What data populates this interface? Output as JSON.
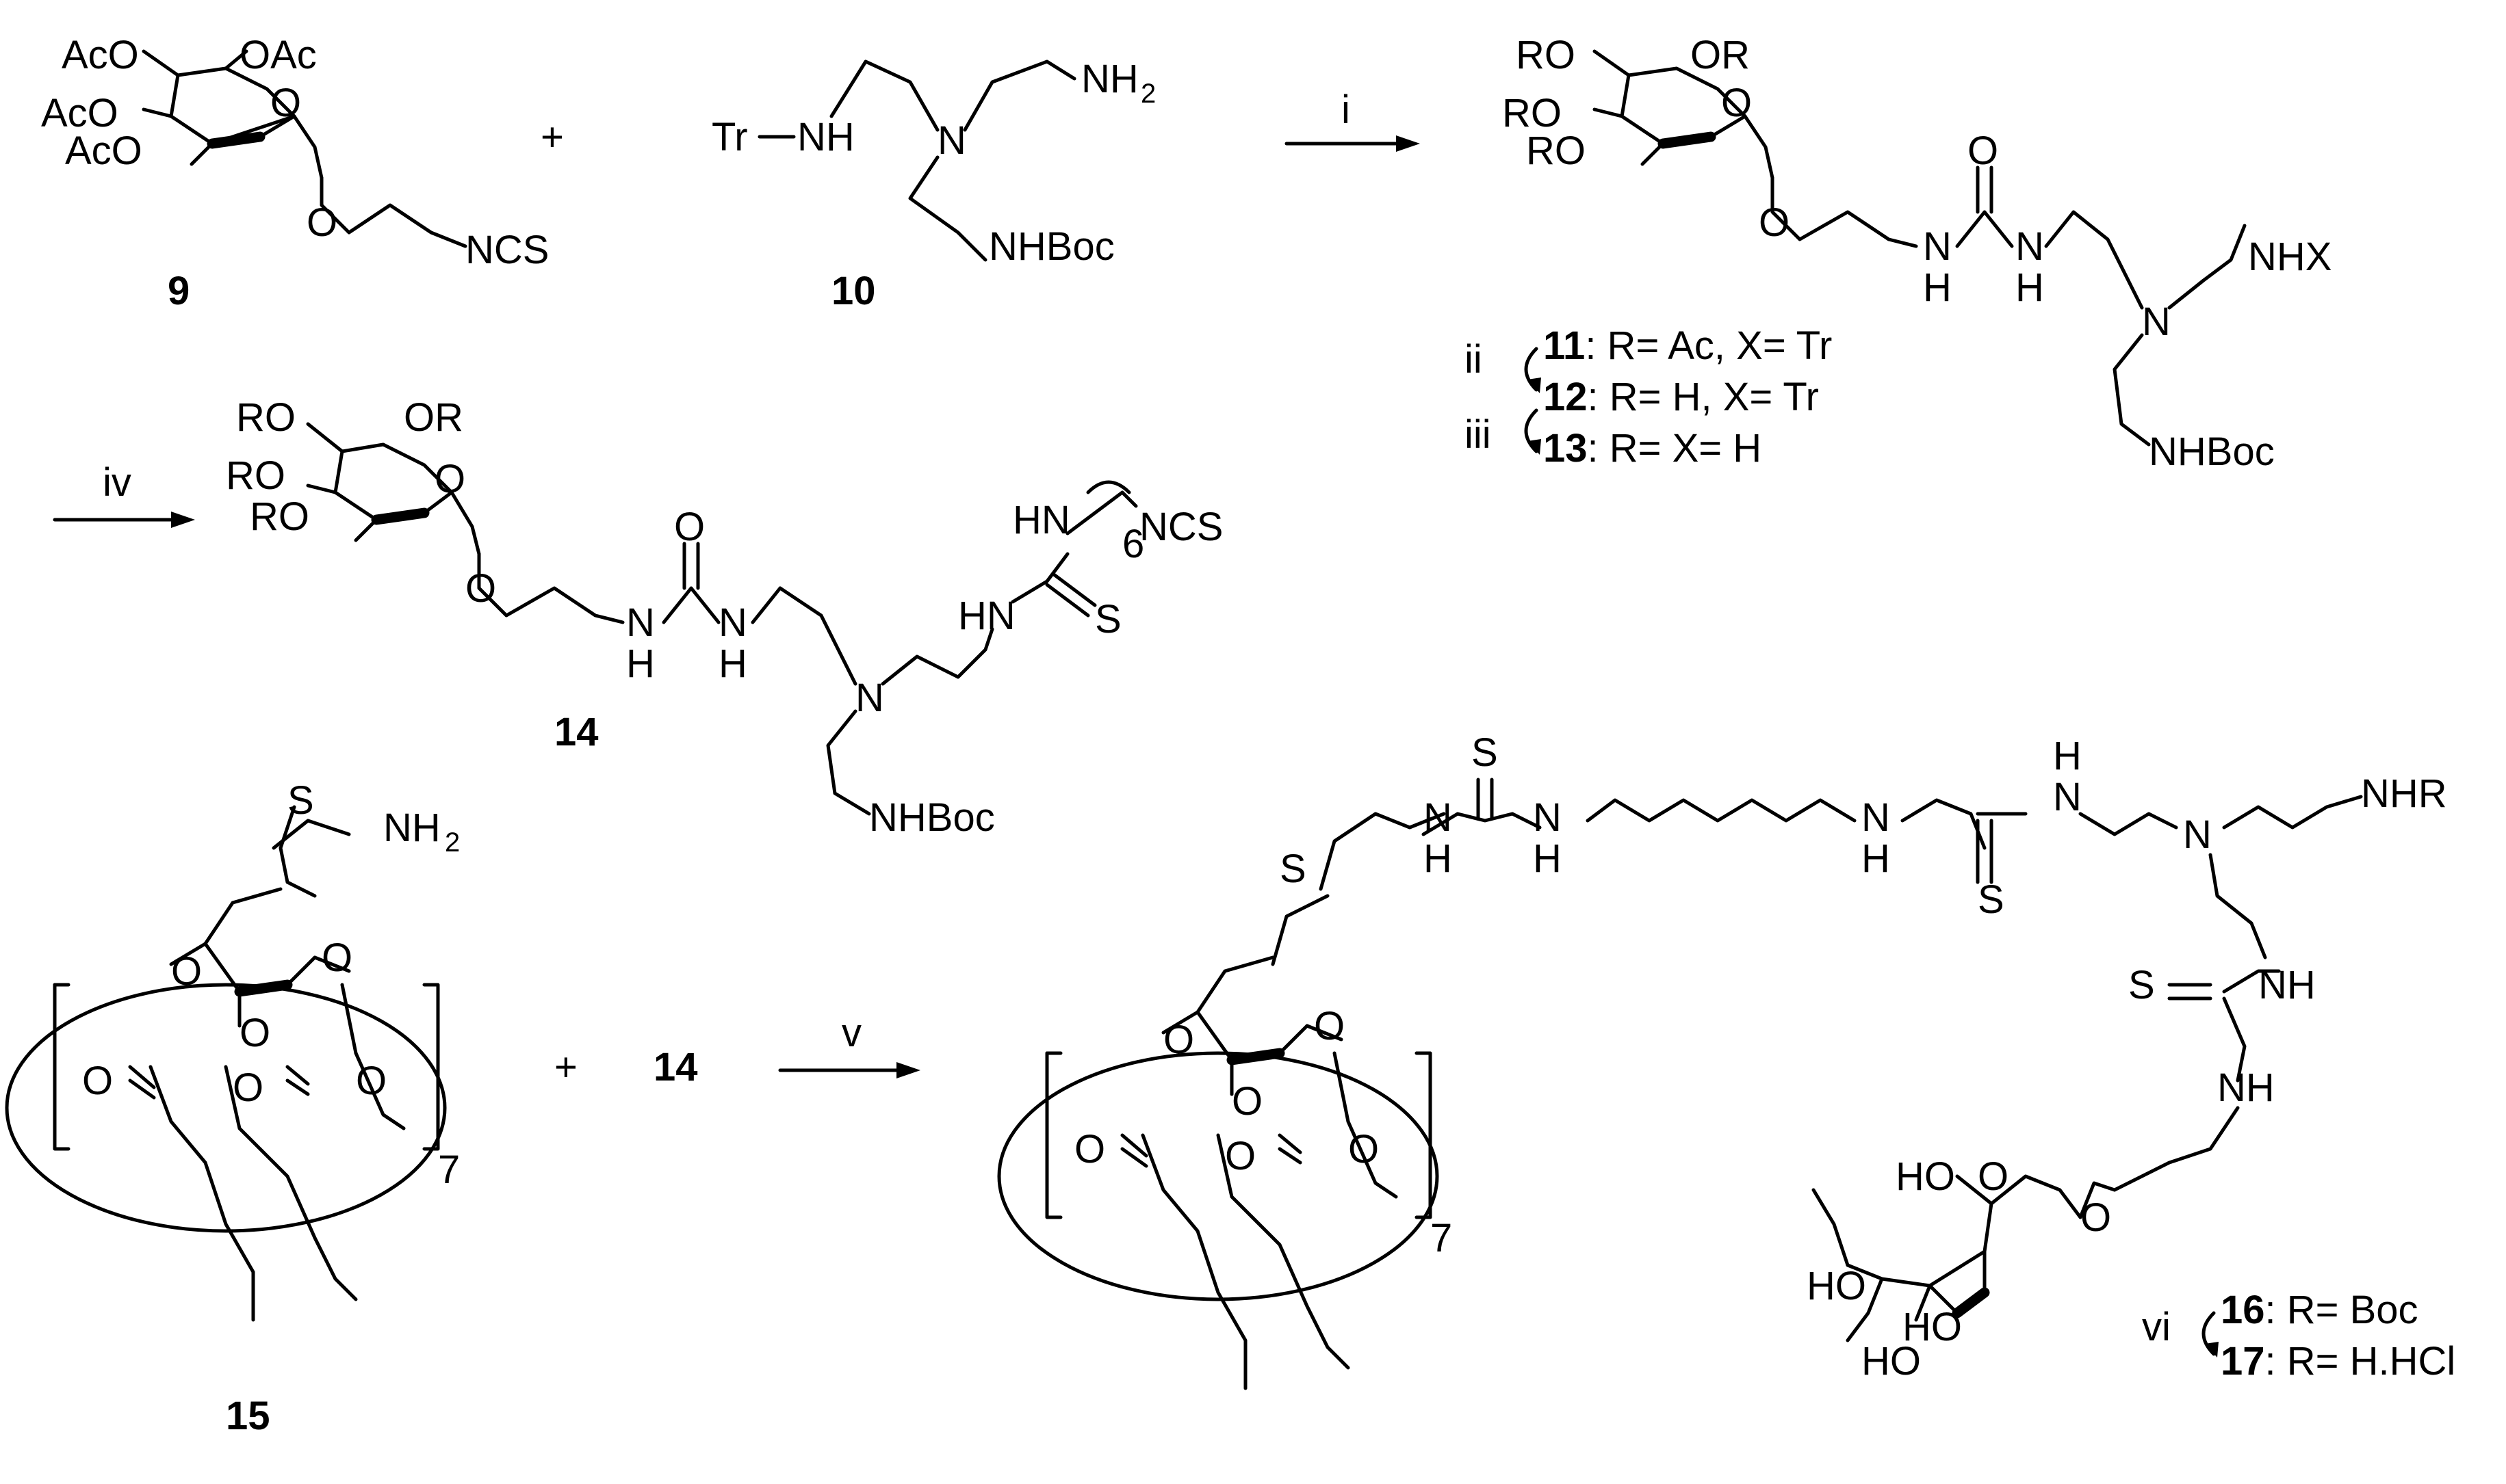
{
  "compounds": {
    "c9": "9",
    "c10": "10",
    "c14": "14",
    "c15": "15"
  },
  "reagents": {
    "i": "i",
    "ii": "ii",
    "iii": "iii",
    "iv": "iv",
    "v": "v",
    "vi": "vi"
  },
  "plus": "+",
  "labels": {
    "aco1": "AcO",
    "oac": "OAc",
    "aco2": "AcO",
    "aco3": "AcO",
    "ncs": "NCS",
    "tr": "Tr",
    "nh": "NH",
    "n": "N",
    "nh2": "NH",
    "two": "2",
    "nhboc": "NHBoc",
    "ro": "RO",
    "or": "OR",
    "o": "O",
    "s": "S",
    "h": "H",
    "nhx": "NHX",
    "hn": "HN",
    "six": "6",
    "nhr": "NHR",
    "ho": "HO",
    "seven": "7"
  },
  "legend_11_13": [
    {
      "num": "11",
      "text": ": R= Ac, X= Tr"
    },
    {
      "num": "12",
      "text": ": R= H, X= Tr"
    },
    {
      "num": "13",
      "text": ": R= X= H"
    }
  ],
  "legend_16_17": [
    {
      "num": "16",
      "text": ": R= Boc"
    },
    {
      "num": "17",
      "text": ": R= H.HCl"
    }
  ]
}
